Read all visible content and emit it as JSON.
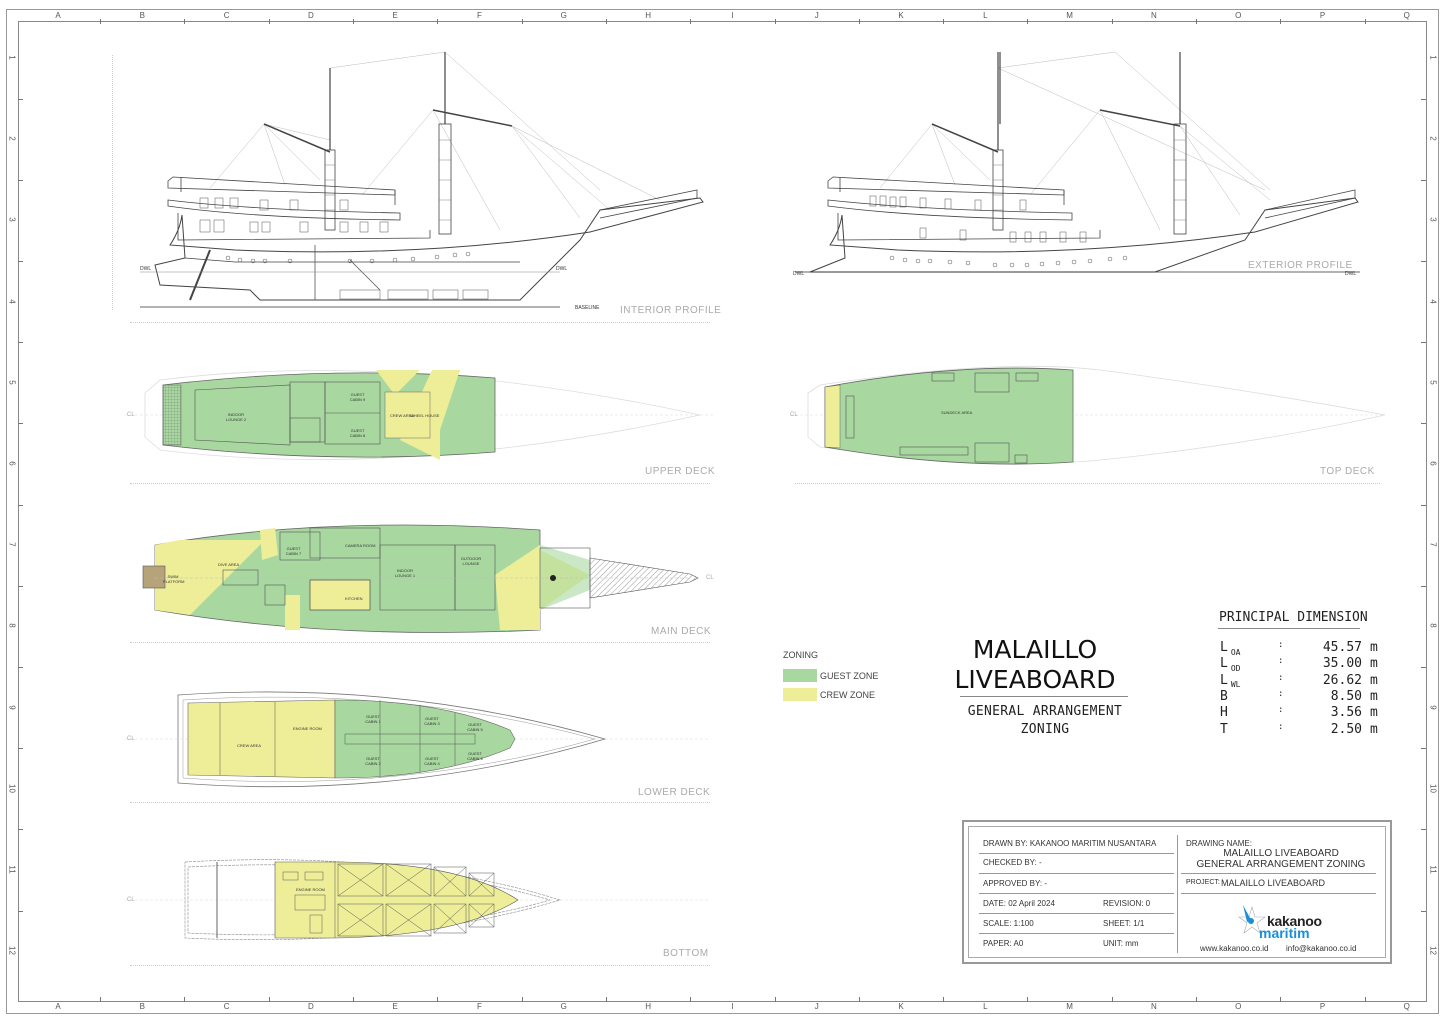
{
  "sheet": {
    "column_labels": [
      "A",
      "B",
      "C",
      "D",
      "E",
      "F",
      "G",
      "H",
      "I",
      "J",
      "K",
      "L",
      "M",
      "N",
      "O",
      "P",
      "Q"
    ],
    "row_labels": [
      "1",
      "2",
      "3",
      "4",
      "5",
      "6",
      "7",
      "8",
      "9",
      "10",
      "11",
      "12"
    ]
  },
  "views": {
    "interior_profile": {
      "label": "INTERIOR PROFILE",
      "baseline_label": "BASELINE",
      "dwl_label": "DWL"
    },
    "exterior_profile": {
      "label": "EXTERIOR PROFILE",
      "dwl_label": "DWL"
    },
    "upper_deck": {
      "label": "UPPER DECK",
      "rooms": [
        "INDOOR LOUNGE 2",
        "GUEST CABIN 9",
        "GUEST CABIN 8",
        "CREW AREA",
        "WHEEL HOUSE"
      ],
      "cl_label": "CL"
    },
    "top_deck": {
      "label": "TOP DECK",
      "rooms": [
        "SUNDECK AREA"
      ],
      "cl_label": "CL"
    },
    "main_deck": {
      "label": "MAIN DECK",
      "rooms": [
        "SWIM PLATFORM",
        "DIVE AREA",
        "GUEST CABIN 7",
        "CAMERA ROOM",
        "INDOOR LOUNGE 1",
        "OUTDOOR LOUNGE",
        "KITCHEN"
      ],
      "cl_label": "CL"
    },
    "lower_deck": {
      "label": "LOWER DECK",
      "rooms": [
        "CREW AREA",
        "ENGINE ROOM",
        "GUEST CABIN 1",
        "GUEST CABIN 2",
        "GUEST CABIN 3",
        "GUEST CABIN 4",
        "GUEST CABIN 5",
        "GUEST CABIN 6"
      ],
      "cl_label": "CL"
    },
    "bottom": {
      "label": "BOTTOM",
      "rooms": [
        "ENGINE ROOM"
      ],
      "cl_label": "CL"
    }
  },
  "legend": {
    "title": "ZONING",
    "items": [
      {
        "label": "GUEST ZONE",
        "color": "#a8d8a0"
      },
      {
        "label": "CREW ZONE",
        "color": "#eeee99"
      }
    ]
  },
  "title_block_main": {
    "line1": "MALAILLO",
    "line2": "LIVEABOARD",
    "sub1": "GENERAL ARRANGEMENT",
    "sub2": "ZONING"
  },
  "principal_dimension": {
    "title": "PRINCIPAL DIMENSION",
    "rows": [
      {
        "symbol": "L",
        "sub": "OA",
        "value": "45.57",
        "unit": "m"
      },
      {
        "symbol": "L",
        "sub": "OD",
        "value": "35.00",
        "unit": "m"
      },
      {
        "symbol": "L",
        "sub": "WL",
        "value": "26.62",
        "unit": "m"
      },
      {
        "symbol": "B",
        "sub": "",
        "value": "8.50",
        "unit": "m"
      },
      {
        "symbol": "H",
        "sub": "",
        "value": "3.56",
        "unit": "m"
      },
      {
        "symbol": "T",
        "sub": "",
        "value": "2.50",
        "unit": "m"
      }
    ]
  },
  "title_block": {
    "drawn_by": "DRAWN BY:  KAKANOO MARITIM NUSANTARA",
    "checked_by": "CHECKED BY: -",
    "approved_by": "APPROVED BY: -",
    "date": "DATE: 02 April 2024",
    "revision": "REVISION: 0",
    "scale": "SCALE: 1:100",
    "sheet": "SHEET: 1/1",
    "paper": "PAPER: A0",
    "unit": "UNIT: mm",
    "drawing_name_label": "DRAWING NAME:",
    "drawing_name_1": "MALAILLO LIVEABOARD",
    "drawing_name_2": "GENERAL ARRANGEMENT ZONING",
    "project_label": "PROJECT:",
    "project_value": "MALAILLO LIVEABOARD",
    "logo_line1": "kakanoo",
    "logo_line2": "maritim",
    "website": "www.kakanoo.co.id",
    "email": "info@kakanoo.co.id"
  },
  "colors": {
    "guest_zone": "#a8d8a0",
    "crew_zone": "#eeee99",
    "line": "#333333",
    "logo_blue": "#1a8fd8"
  }
}
